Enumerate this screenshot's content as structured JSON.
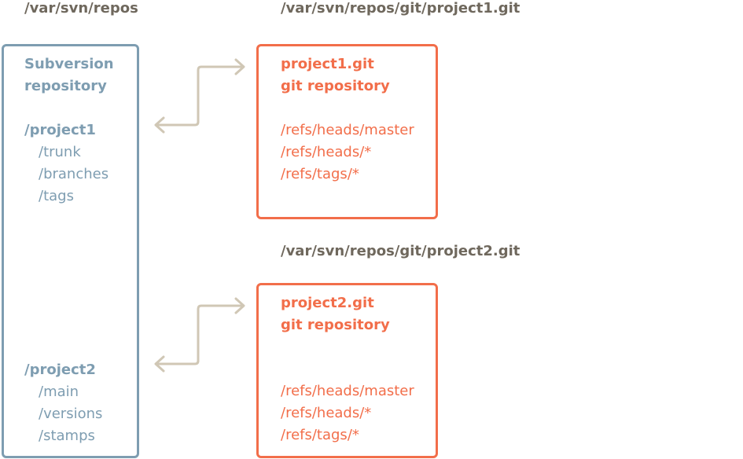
{
  "labels": {
    "svn_path": "/var/svn/repos",
    "git1_path": "/var/svn/repos/git/project1.git",
    "git2_path": "/var/svn/repos/git/project2.git"
  },
  "svn": {
    "title1": "Subversion",
    "title2": "repository",
    "project1": {
      "name": "/project1",
      "children": [
        "/trunk",
        "/branches",
        "/tags"
      ]
    },
    "project2": {
      "name": "/project2",
      "children": [
        "/main",
        "/versions",
        "/stamps"
      ]
    }
  },
  "git1": {
    "title1": "project1.git",
    "title2": "git repository",
    "refs": [
      "/refs/heads/master",
      "/refs/heads/*",
      "/refs/tags/*"
    ]
  },
  "git2": {
    "title1": "project2.git",
    "title2": "git repository",
    "refs": [
      "/refs/heads/master",
      "/refs/heads/*",
      "/refs/tags/*"
    ]
  },
  "colors": {
    "svn": "#7e9db1",
    "git": "#f26e4a",
    "header": "#6f685d",
    "arrow": "#d0c7b5"
  }
}
